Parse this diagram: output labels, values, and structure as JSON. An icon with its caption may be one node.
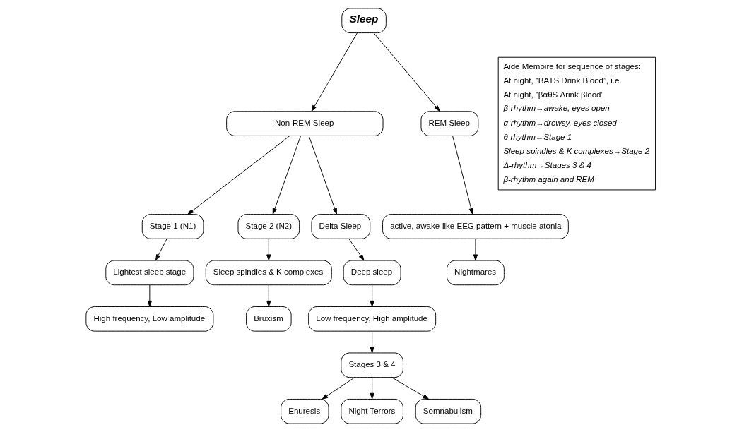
{
  "diagram": {
    "nodes": [
      {
        "text": [
          "Sleep"
        ]
      },
      {
        "text": [
          "Non-REM Sleep"
        ]
      },
      {
        "text": [
          "REM Sleep"
        ]
      },
      {
        "text": [
          "Stage 1 (N1)"
        ]
      },
      {
        "text": [
          "Stage 2 (N2)"
        ]
      },
      {
        "text": [
          "Delta Sleep"
        ]
      },
      {
        "text": [
          "active, awake-like EEG pattern + muscle atonia"
        ]
      },
      {
        "text": [
          "Lightest sleep stage"
        ]
      },
      {
        "text": [
          "Sleep spindles & K complexes"
        ]
      },
      {
        "text": [
          "Deep sleep"
        ]
      },
      {
        "text": [
          "Nightmares"
        ]
      },
      {
        "text": [
          "High frequency, Low amplitude"
        ]
      },
      {
        "text": [
          "Bruxism"
        ]
      },
      {
        "text": [
          "Low frequency, High amplitude"
        ]
      },
      {
        "text": [
          "Stages 3 & 4"
        ]
      },
      {
        "text": [
          "Enuresis"
        ]
      },
      {
        "text": [
          "Night Terrors"
        ]
      },
      {
        "text": [
          "Somnabulism"
        ]
      }
    ],
    "edges": [
      {
        "from": 0,
        "to": 1,
        "arrow": "to"
      },
      {
        "from": 0,
        "to": 2,
        "arrow": "to"
      },
      {
        "from": 1,
        "to": 3,
        "arrow": "to"
      },
      {
        "from": 1,
        "to": 4,
        "arrow": "to"
      },
      {
        "from": 1,
        "to": 5,
        "arrow": "to"
      },
      {
        "from": 2,
        "to": 6,
        "arrow": "to"
      },
      {
        "from": 3,
        "to": 7,
        "arrow": "to"
      },
      {
        "from": 4,
        "to": 8,
        "arrow": "to"
      },
      {
        "from": 5,
        "to": 9,
        "arrow": "to"
      },
      {
        "from": 6,
        "to": 10,
        "arrow": "to"
      },
      {
        "from": 7,
        "to": 11,
        "arrow": "to"
      },
      {
        "from": 8,
        "to": 12,
        "arrow": "to"
      },
      {
        "from": 9,
        "to": 13,
        "arrow": "to"
      },
      {
        "from": 13,
        "to": 14,
        "arrow": "to"
      },
      {
        "from": 14,
        "to": 15,
        "arrow": "to"
      },
      {
        "from": 14,
        "to": 16,
        "arrow": "to"
      },
      {
        "from": 14,
        "to": 17,
        "arrow": "to"
      }
    ],
    "labels": [
      "Aide Mémoire for sequence of stages:",
      "At night, “BATS Drink Blood”, i.e.",
      "At night, “βαθS Δrink βlood”",
      "β-rhythm→awake, eyes open",
      "α-rhythm→drowsy, eyes closed",
      "θ-rhythm→Stage 1",
      "Sleep spindles & K complexes→Stage 2",
      "Δ-rhythm→Stages 3 & 4",
      "β-rhythm again and REM"
    ]
  }
}
